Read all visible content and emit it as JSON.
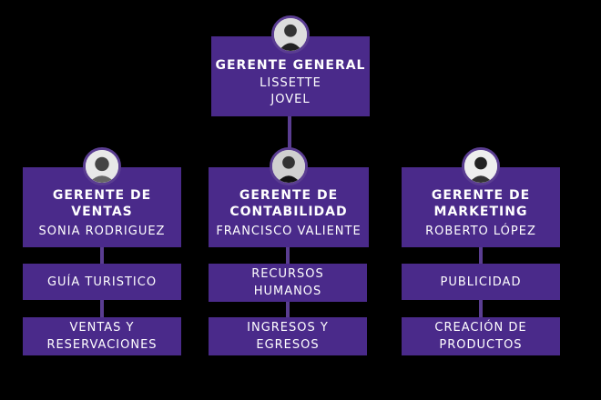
{
  "colors": {
    "background": "#000000",
    "box": "#4a2a8a",
    "connector": "#5a3d91",
    "text": "#ffffff"
  },
  "top": {
    "title": "GERENTE GENERAL",
    "name_line1": "LISSETTE",
    "name_line2": "JOVEL",
    "avatar": "person-photo-icon"
  },
  "managers": [
    {
      "title_line1": "GERENTE DE",
      "title_line2": "VENTAS",
      "name": "SONIA RODRIGUEZ",
      "avatar": "person-photo-icon",
      "subunits": [
        {
          "line1": "GUÍA TURISTICO",
          "line2": ""
        },
        {
          "line1": "VENTAS Y",
          "line2": "RESERVACIONES"
        }
      ]
    },
    {
      "title_line1": "GERENTE DE",
      "title_line2": "CONTABILIDAD",
      "name": "FRANCISCO VALIENTE",
      "avatar": "person-photo-icon",
      "subunits": [
        {
          "line1": "RECURSOS",
          "line2": "HUMANOS"
        },
        {
          "line1": "INGRESOS Y",
          "line2": "EGRESOS"
        }
      ]
    },
    {
      "title_line1": "GERENTE DE",
      "title_line2": "MARKETING",
      "name": "ROBERTO LÓPEZ",
      "avatar": "person-photo-icon",
      "subunits": [
        {
          "line1": "PUBLICIDAD",
          "line2": ""
        },
        {
          "line1": "CREACIÓN DE",
          "line2": "PRODUCTOS"
        }
      ]
    }
  ]
}
